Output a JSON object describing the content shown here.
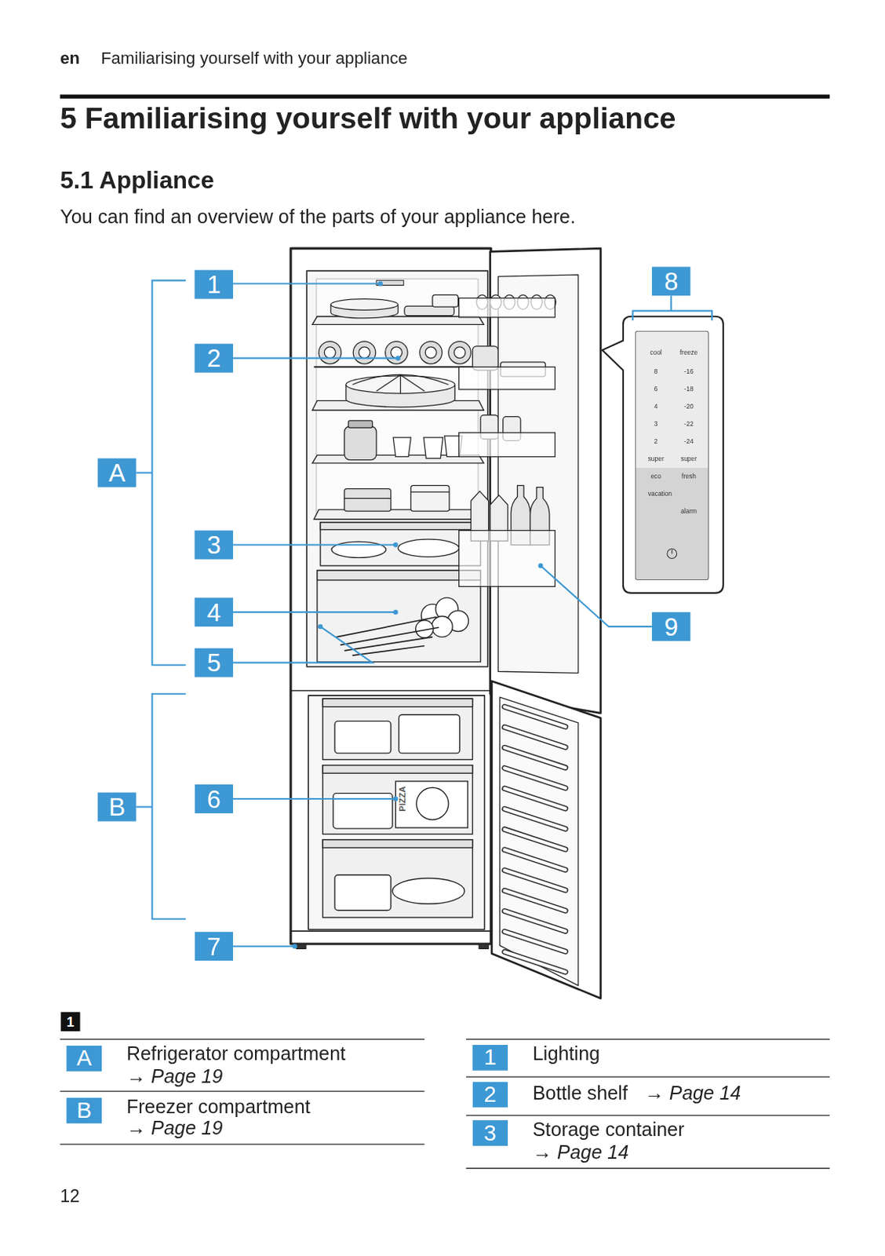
{
  "diagram": {
    "title": "5 Familiarising yourself with your appliance",
    "nodes": [
      {
        "text": [
          "1"
        ]
      },
      {
        "text": [
          "8"
        ]
      },
      {
        "text": [
          "2"
        ]
      },
      {
        "text": [
          "cool",
          "freeze",
          "8",
          "-16",
          "6",
          "-18",
          "4",
          "-20",
          "3",
          "-22",
          "2",
          "-24",
          "super",
          "super",
          "eco",
          "fresh",
          "vacation",
          "alarm"
        ]
      },
      {
        "text": [
          "A"
        ]
      },
      {
        "text": [
          "3"
        ]
      },
      {
        "text": [
          "4"
        ]
      },
      {
        "text": [
          "9"
        ]
      },
      {
        "text": [
          "5"
        ]
      },
      {
        "text": [
          "B"
        ]
      },
      {
        "text": [
          "6"
        ]
      },
      {
        "text": [
          "7"
        ]
      },
      {
        "text": [
          "A"
        ]
      },
      {
        "text": [
          "B"
        ]
      },
      {
        "text": [
          "1"
        ]
      },
      {
        "text": [
          "2"
        ]
      },
      {
        "text": [
          "3"
        ]
      }
    ],
    "labels": [
      "en",
      "Familiarising yourself with your appliance",
      "5.1 Appliance",
      "You can find an overview of the parts of your appliance here.",
      "PIZZA",
      "1",
      "Refrigerator compartment",
      "→ Page 19",
      "Freezer compartment",
      "→ Page 19",
      "Lighting",
      "Bottle shelf",
      "→ Page 14",
      "Storage container",
      "→ Page 14",
      "12"
    ]
  }
}
